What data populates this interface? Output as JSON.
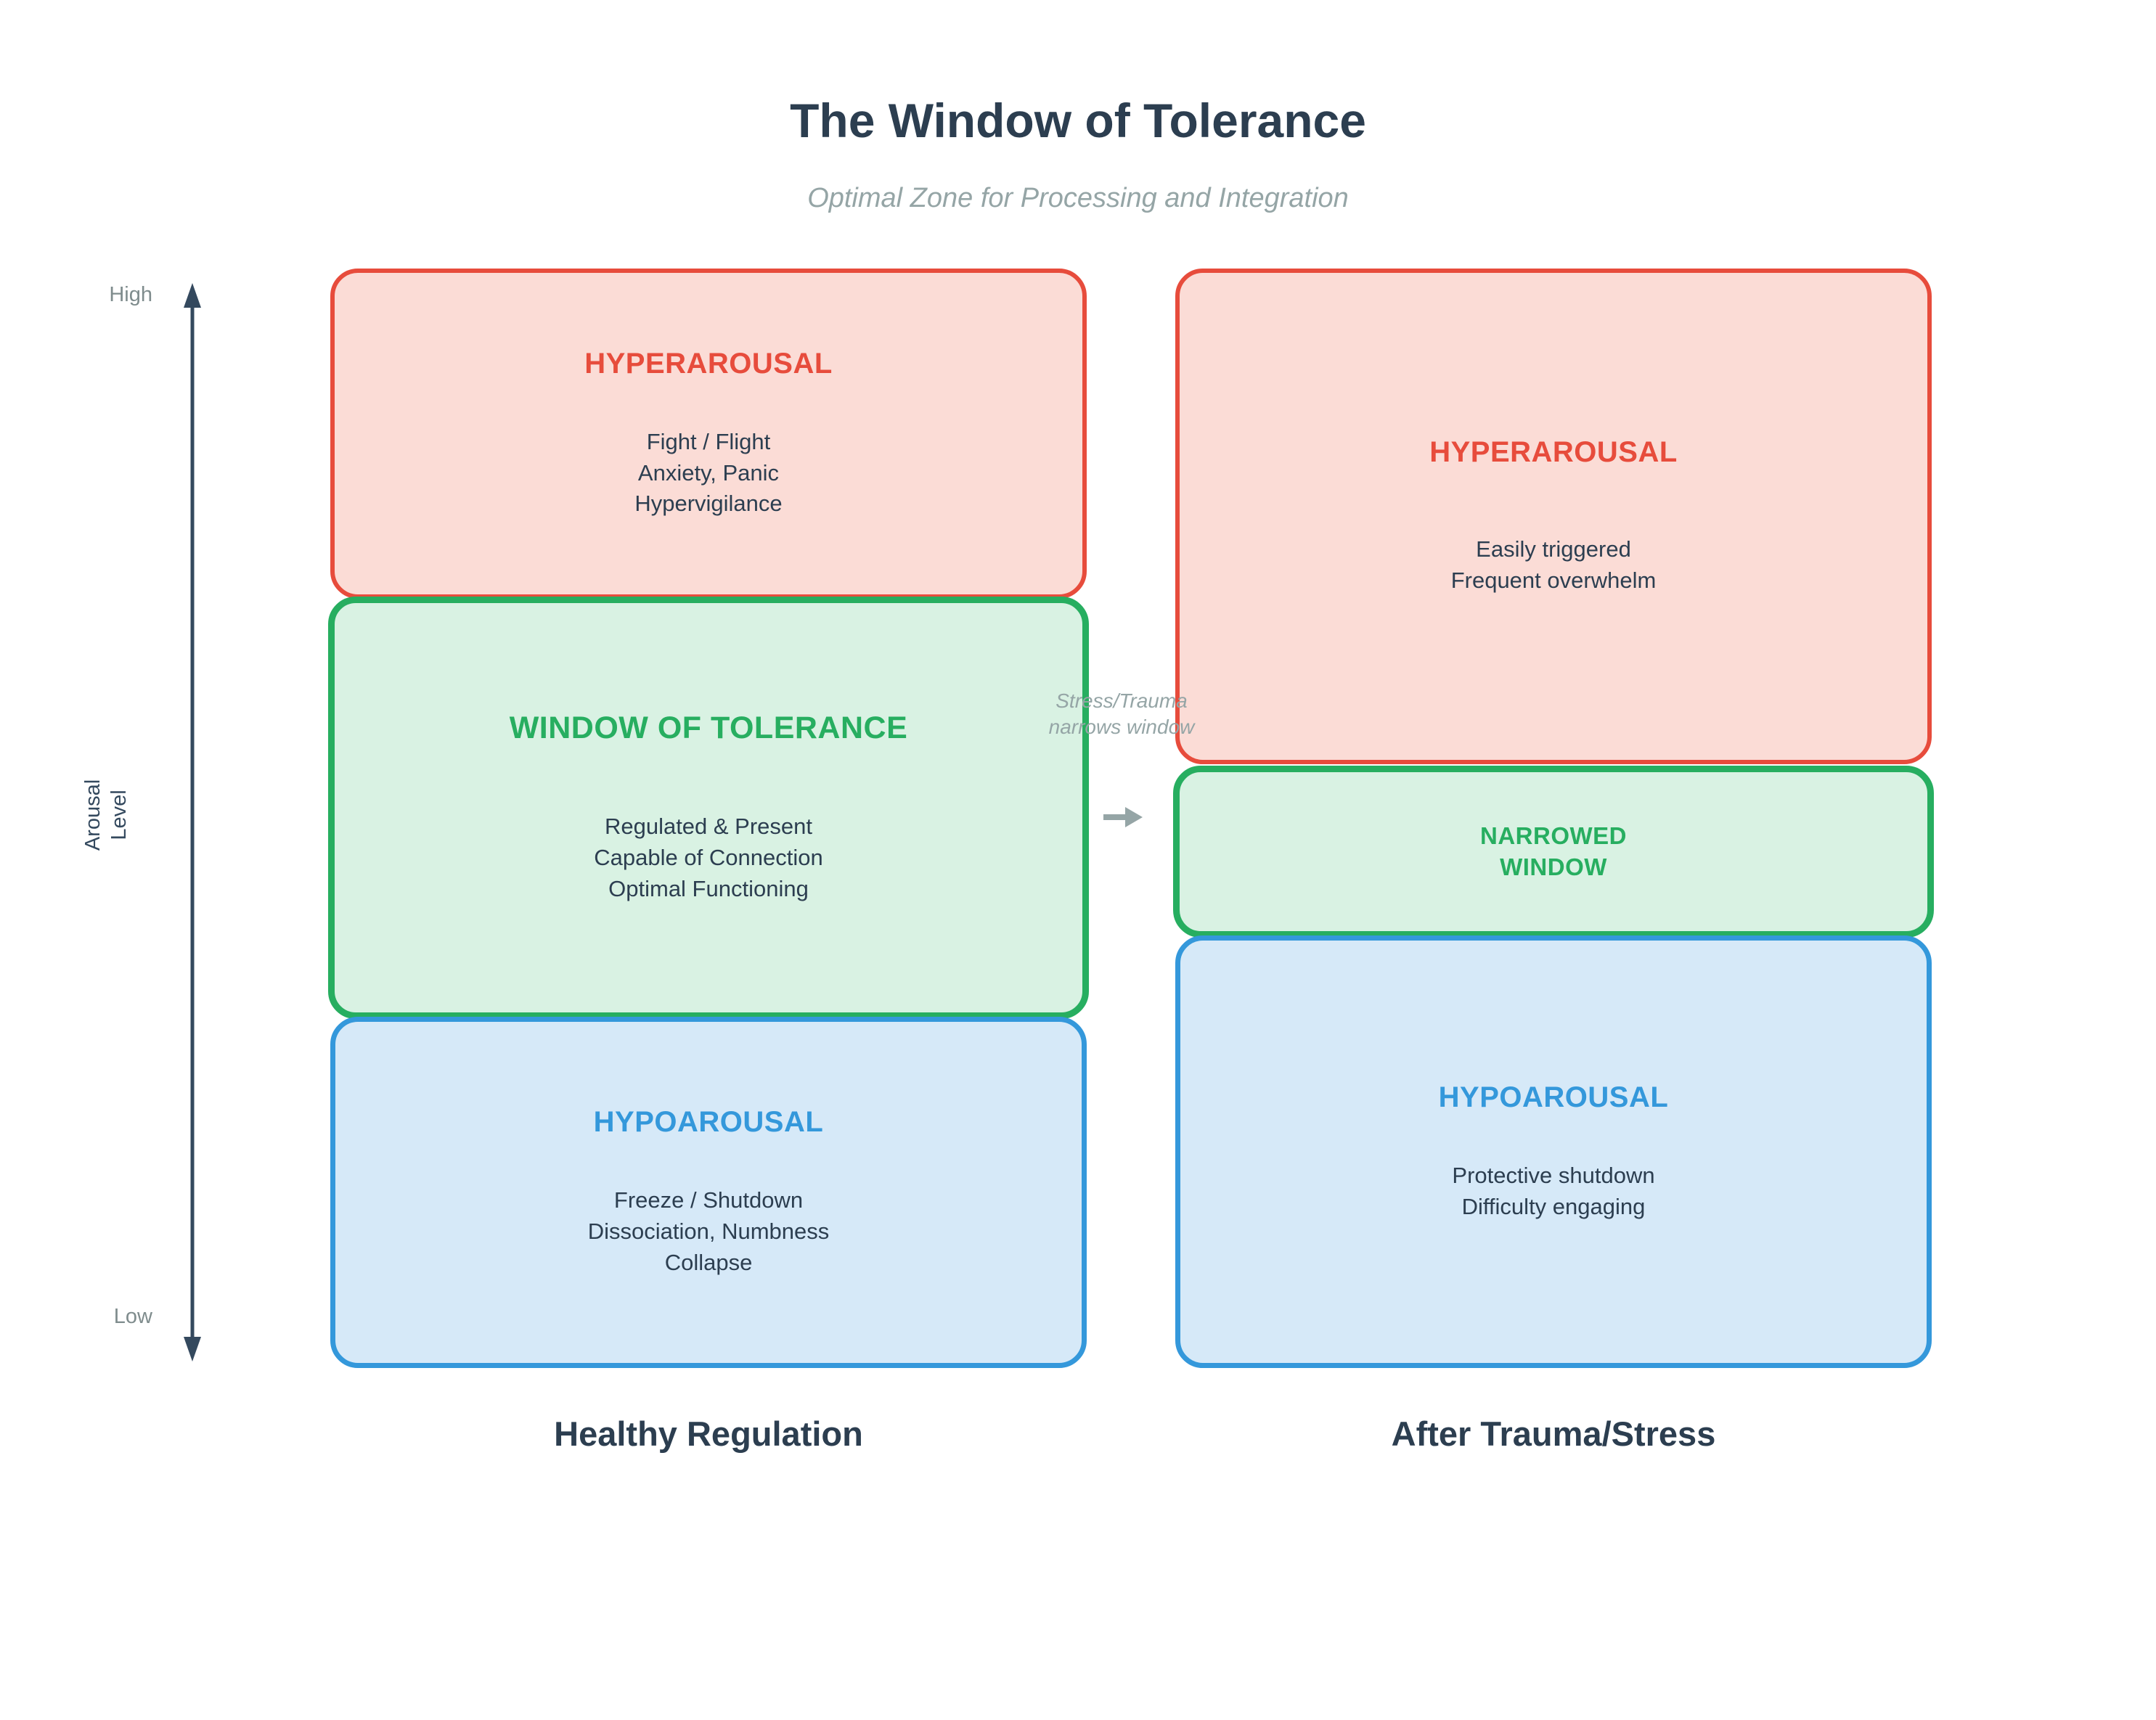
{
  "title": "The Window of Tolerance",
  "subtitle": "Optimal Zone for Processing and Integration",
  "axis": {
    "high": "High",
    "low": "Low",
    "label": "Arousal\nLevel"
  },
  "annotation": {
    "text": "Stress/Trauma\nnarrows window"
  },
  "columns": [
    {
      "label": "Healthy Regulation",
      "boxes": [
        {
          "heading": "HYPERAROUSAL",
          "lines": [
            "Fight / Flight",
            "Anxiety, Panic",
            "Hypervigilance"
          ]
        },
        {
          "heading": "WINDOW OF TOLERANCE",
          "lines": [
            "Regulated & Present",
            "Capable of Connection",
            "Optimal Functioning"
          ]
        },
        {
          "heading": "HYPOAROUSAL",
          "lines": [
            "Freeze / Shutdown",
            "Dissociation, Numbness",
            "Collapse"
          ]
        }
      ]
    },
    {
      "label": "After Trauma/Stress",
      "boxes": [
        {
          "heading": "HYPERAROUSAL",
          "lines": [
            "Easily triggered",
            "Frequent overwhelm"
          ]
        },
        {
          "heading": "NARROWED\nWINDOW",
          "lines": []
        },
        {
          "heading": "HYPOAROUSAL",
          "lines": [
            "Protective shutdown",
            "Difficulty engaging"
          ]
        }
      ]
    }
  ],
  "colors": {
    "navy_text": "#2c3e50",
    "muted_gray": "#95a5a6",
    "red_stroke": "#e74c3c",
    "red_fill": "#fbdcd6",
    "green_stroke": "#27ae60",
    "green_fill": "#d9f2e3",
    "blue_stroke": "#3498db",
    "blue_fill": "#d6e9f8"
  }
}
